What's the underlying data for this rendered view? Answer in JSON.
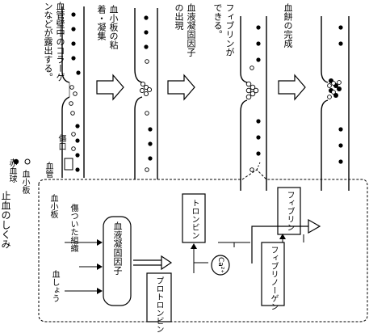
{
  "title": "止血のしくみ",
  "legend": {
    "rbc": "赤血球",
    "platelet": "血小板",
    "vessel": "血管",
    "wound": "傷口"
  },
  "steps": [
    "血管壁中のコラーゲンなどが露出する。",
    "血小板の粘着・凝集",
    "血液凝固因子の出現",
    "フィブリンができる。",
    "血餅の完成"
  ],
  "mechanism": {
    "inputs": [
      "血小板",
      "傷ついた組織",
      "血しょう"
    ],
    "factor": "血液凝固因子",
    "prothrombin": "プロトロンビン",
    "thrombin": "トロンビン",
    "calcium": "Ca²⁺",
    "fibrinogen": "フィブリノーゲン",
    "fibrin": "フィブリン"
  }
}
